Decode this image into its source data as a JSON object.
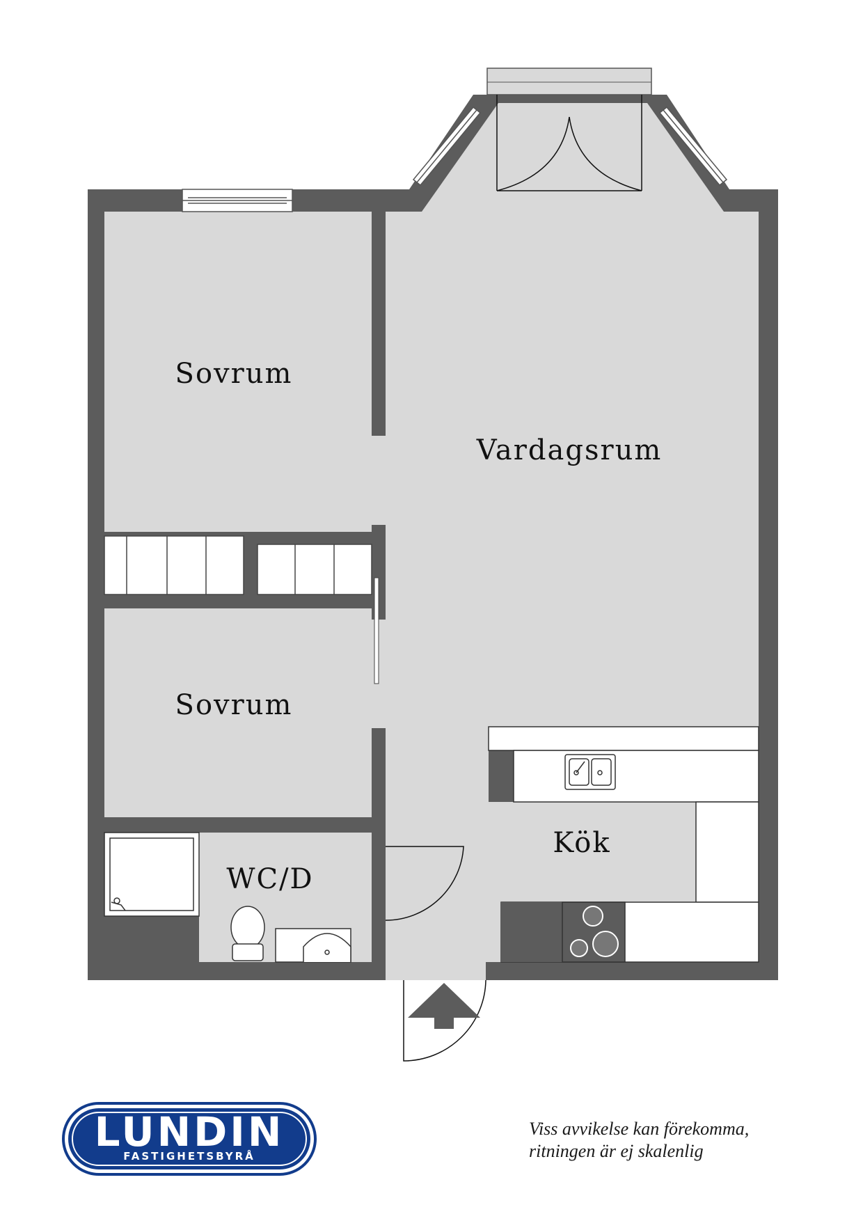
{
  "rooms": {
    "bedroom_top": "Sovrum",
    "living_room": "Vardagsrum",
    "bedroom_bottom": "Sovrum",
    "bathroom": "WC/D",
    "kitchen": "Kök"
  },
  "disclaimer": {
    "line1": "Viss avvikelse kan förekomma,",
    "line2": "ritningen är ej skalenlig"
  },
  "logo": {
    "name": "LUNDIN",
    "subtitle": "FASTIGHETSBYRÅ"
  },
  "colors": {
    "wall": "#5c5c5c",
    "floor": "#d9d9d9",
    "logo_blue": "#123c8c"
  }
}
